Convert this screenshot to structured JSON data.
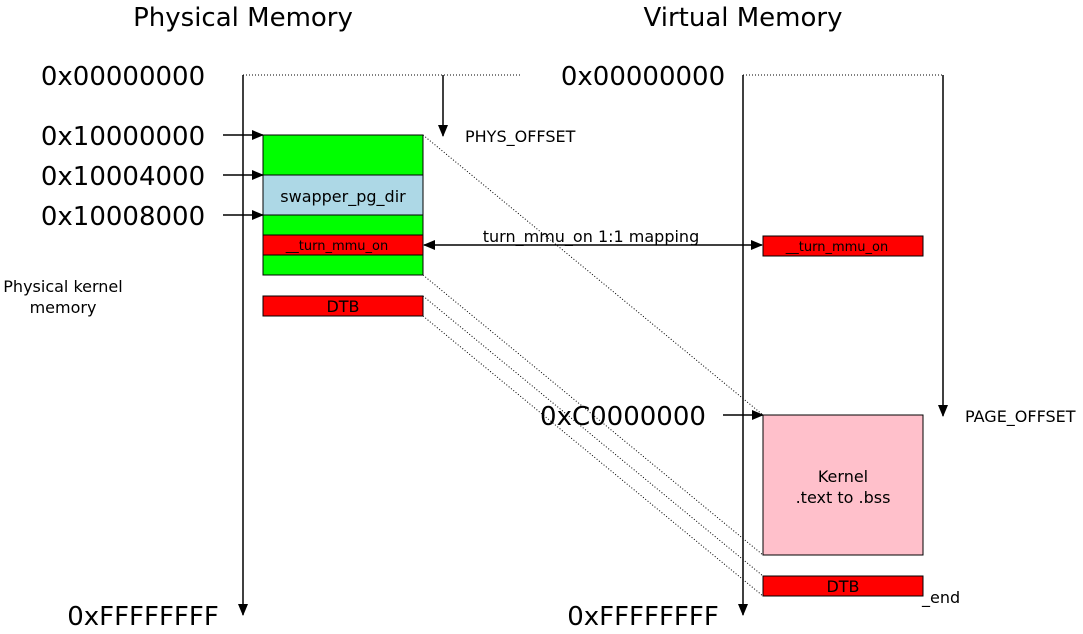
{
  "headings": {
    "physical": "Physical Memory",
    "virtual": "Virtual Memory"
  },
  "physical_addresses": {
    "start": "0x00000000",
    "phys_base": "0x10000000",
    "pg_dir": "0x10004000",
    "kernel": "0x10008000",
    "end": "0xFFFFFFFF"
  },
  "virtual_addresses": {
    "start": "0x00000000",
    "page_offset_addr": "0xC0000000",
    "end": "0xFFFFFFFF"
  },
  "labels": {
    "phys_offset": "PHYS_OFFSET",
    "page_offset": "PAGE_OFFSET",
    "physical_kernel_memory_line1": "Physical kernel",
    "physical_kernel_memory_line2": "memory",
    "mapping": "turn_mmu_on 1:1 mapping",
    "end_symbol": "_end"
  },
  "blocks": {
    "swapper_pg_dir": "swapper_pg_dir",
    "turn_mmu_on_phys": "__turn_mmu_on",
    "turn_mmu_on_virt": "__turn_mmu_on",
    "dtb_phys": "DTB",
    "dtb_virt": "DTB",
    "kernel_line1": "Kernel",
    "kernel_line2": ".text to .bss"
  },
  "colors": {
    "green": "#00ff00",
    "light_blue": "#add8e6",
    "red": "#ff0000",
    "pink": "#ffc0cb",
    "line": "#000000"
  }
}
